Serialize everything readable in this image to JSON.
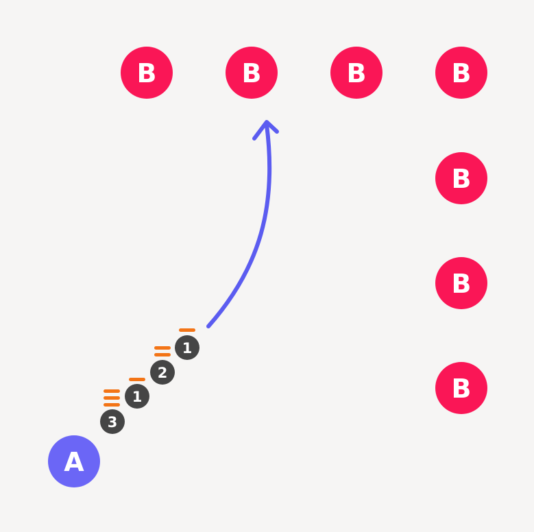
{
  "colors": {
    "background": "#f6f5f4",
    "player_a": "#6b66f6",
    "player_b": "#fa1656",
    "arrow": "#5b5cf0",
    "step_token": "#454545",
    "step_marker": "#f37416",
    "text": "#ffffff"
  },
  "diagram": {
    "player_a": {
      "label": "A"
    },
    "players_b": [
      {
        "label": "B"
      },
      {
        "label": "B"
      },
      {
        "label": "B"
      },
      {
        "label": "B"
      },
      {
        "label": "B"
      },
      {
        "label": "B"
      },
      {
        "label": "B"
      }
    ],
    "steps": [
      {
        "label": "3",
        "marks": 3
      },
      {
        "label": "1",
        "marks": 1
      },
      {
        "label": "2",
        "marks": 2
      },
      {
        "label": "1",
        "marks": 1
      }
    ]
  }
}
